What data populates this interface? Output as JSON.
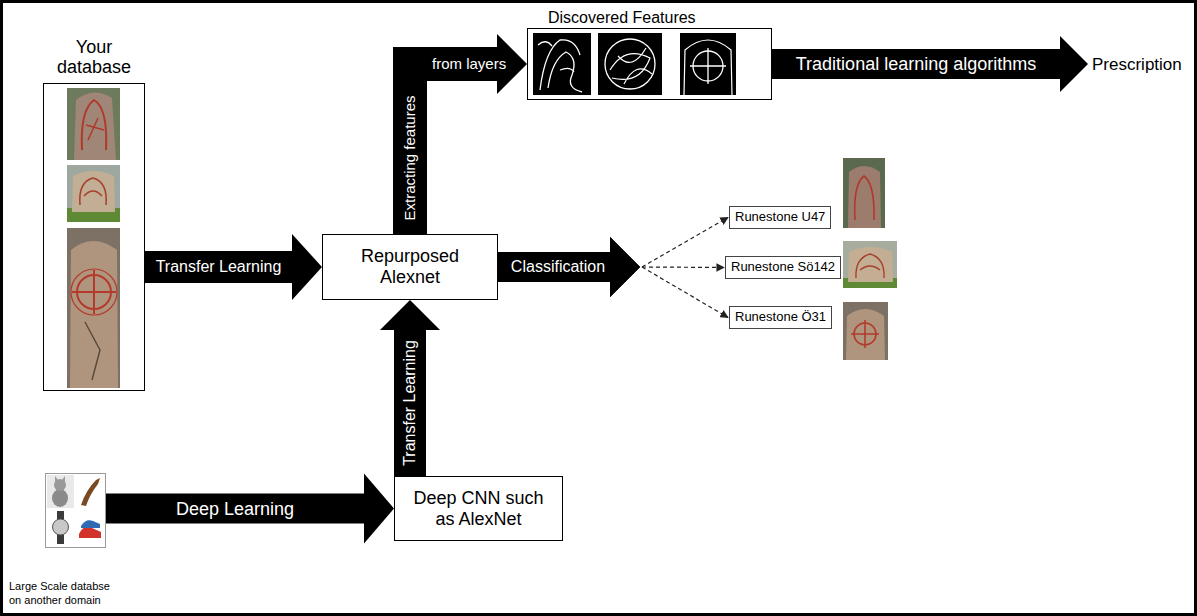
{
  "diagram": {
    "nodes": [
      {
        "text": [
          "Your database"
        ]
      },
      {
        "text": [
          "Repurposed Alexnet"
        ]
      },
      {
        "text": [
          "Discovered Features"
        ]
      },
      {
        "text": [
          "Prescription"
        ]
      },
      {
        "text": [
          "Runestone U47"
        ]
      },
      {
        "text": [
          "Runestone Sö142"
        ]
      },
      {
        "text": [
          "Runestone Ö31"
        ]
      },
      {
        "text": [
          "Large Scale databse on another domain"
        ]
      },
      {
        "text": [
          "Deep CNN such as AlexNet"
        ]
      }
    ],
    "edges": [
      {
        "from": 0,
        "to": 1,
        "arrow": "to",
        "label": "Transfer Learning"
      },
      {
        "from": 1,
        "to": 2,
        "arrow": "to",
        "label": "Extracting features"
      },
      {
        "from": 2,
        "to": 3,
        "arrow": "to",
        "label": "Traditional learning algorithms"
      },
      {
        "from": 1,
        "to": 4,
        "arrow": "to"
      },
      {
        "from": 1,
        "to": 5,
        "arrow": "to",
        "label": "Classification"
      },
      {
        "from": 1,
        "to": 6,
        "arrow": "to"
      },
      {
        "from": 7,
        "to": 8,
        "arrow": "to",
        "label": "Deep Learning"
      },
      {
        "from": 8,
        "to": 1,
        "arrow": "to",
        "label": "Transfer Learning"
      }
    ],
    "labels": [
      "from layers"
    ]
  }
}
